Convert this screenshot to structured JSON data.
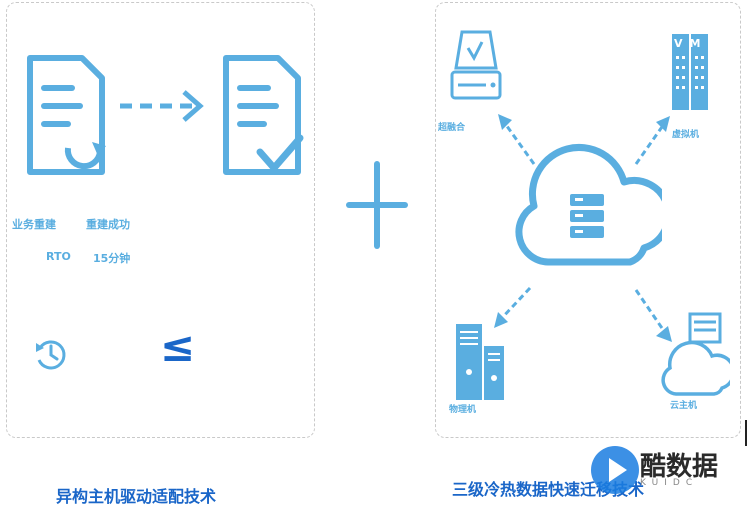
{
  "left": {
    "label_rebuild": "业务重建",
    "label_success": "重建成功",
    "label_rto": "RTO",
    "label_15min": "15分钟",
    "leq_symbol": "≤",
    "caption": "异构主机驱动适配技术"
  },
  "right": {
    "label_hyper": "超融合",
    "label_vm": "虚拟机",
    "label_vm_badge": "VM",
    "label_physical": "物理机",
    "label_cloud_host": "云主机",
    "caption": "三级冷热数据快速迁移技术"
  },
  "watermark": {
    "brand": "酷数据",
    "sub": "KUIDC"
  },
  "colors": {
    "accent": "#5aaee0",
    "caption": "#1a66c8",
    "border": "#c9c9c9"
  }
}
